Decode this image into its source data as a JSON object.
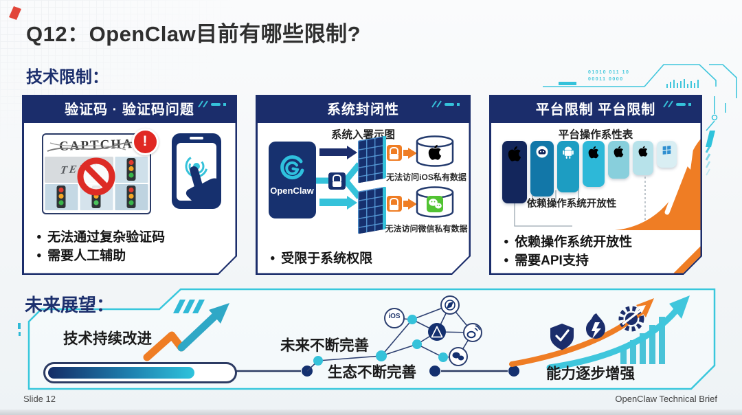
{
  "slide": {
    "title": "Q12：OpenClaw目前有哪些限制?",
    "tech_label": "技术限制：",
    "future_label": "未来展望：",
    "footer_left": "Slide 12",
    "footer_right": "OpenClaw Technical Brief"
  },
  "decor": {
    "binary_line1": "01010 011  10",
    "binary_line2": "00011 0000"
  },
  "cards": [
    {
      "header": "验证码 · 验证码问题",
      "captcha_text": "CAPTCHA",
      "captcha_distorted": "TERC",
      "alert_mark": "!",
      "bullets": [
        "无法通过复杂验证码",
        "需要人工辅助"
      ]
    },
    {
      "header": "系统封闭性",
      "subtitle": "系统入署示图",
      "logo_label": "OpenClaw",
      "block_labels": [
        "无法访问iOS私有数据",
        "无法访问微信私有数据"
      ],
      "bullets": [
        "受限于系统权限"
      ]
    },
    {
      "header": "平台限制 平台限制",
      "subtitle": "平台操作系性表",
      "axis_label": "依赖操作系统开放性",
      "bullets": [
        "依赖操作系统开放性",
        "需要API支持"
      ]
    }
  ],
  "future": {
    "milestones": [
      "技术持续改进",
      "未来不断完善",
      "生态不断完善",
      "能力逐步增强"
    ],
    "ios_node": "iOS",
    "progress_percent": 77
  },
  "colors": {
    "navy": "#1b2d6b",
    "cyan": "#35c2da",
    "orange": "#ef7d24",
    "red": "#e02823",
    "wechat_green": "#51c332"
  }
}
